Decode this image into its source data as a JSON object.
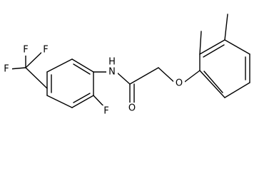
{
  "molecule": {
    "atom_labels": {
      "f1": "F",
      "f2": "F",
      "f3": "F",
      "nh": "N\nH",
      "n": "N",
      "h": "H",
      "o_carbonyl": "O",
      "o_ether": "O",
      "f_ring": "F"
    },
    "colors": {
      "bond": "#000000",
      "label": "#000000",
      "background": "#ffffff"
    }
  }
}
